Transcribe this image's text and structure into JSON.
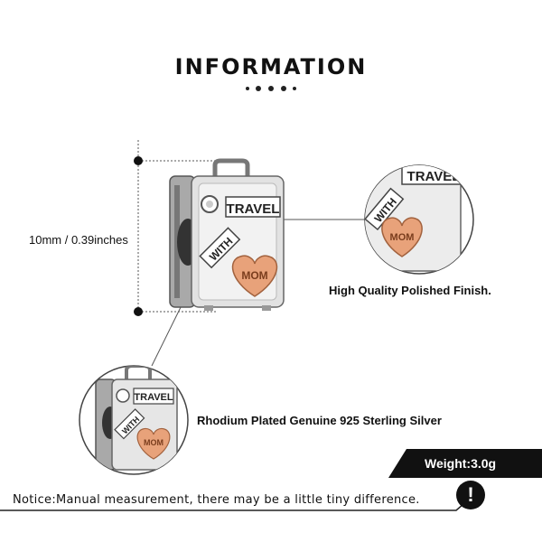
{
  "header": {
    "title": "INFORMATION"
  },
  "labels": {
    "size": "10mm / 0.39inches",
    "finish": "High Quality Polished Finish.",
    "material": "Rhodium Plated Genuine 925 Sterling Silver",
    "weight": "Weight:3.0g",
    "notice": "Notice:Manual measurement, there may be a little tiny difference."
  },
  "charm": {
    "line1": "TRAVEL",
    "line2": "WITH",
    "line3": "MOM"
  },
  "colors": {
    "heart": "#e8a27a",
    "silver": "#c9c9c9",
    "dark": "#111111"
  },
  "icons": {
    "warning": "exclamation-icon"
  },
  "warning_glyph": "!"
}
